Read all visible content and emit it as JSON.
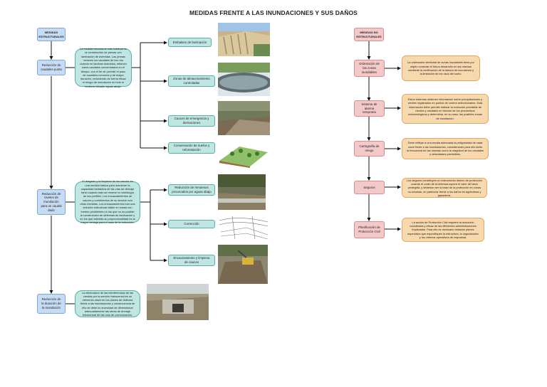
{
  "title": "MEDIDAS FRENTE A LAS INUNDACIONES Y SUS DAÑOS",
  "structural": {
    "header": "MEDIDAS ESTRUCTURALES",
    "groups": [
      {
        "label": "Reducción de caudales punta",
        "description": "La medida estructural más habitual es la construcción de presas con laminación de avenidas. Las presas reducen los caudales de los ríos cuando en laminan avenidas, retienen estos caudales concentrados en el tiempo, con el fin de permitir el paso de caudales menores y de mayor duración, reduciendo de forma eficaz el riesgo de inundación en todo el territorio situado aguas abajo.",
        "items": [
          "Embalses de laminación",
          "Zonas de almacenamiento controladas",
          "Cauces de emergencia y derivaciones",
          "Conservación de suelos y reforestación"
        ]
      },
      {
        "label": "Reducción de niveles de inundación para un caudal dado",
        "description": "El dragado y la limpieza de los cauces es una medida básica para mantener la capacidad hidráulica de las vías de drenaje tanto cuando más se reserve la morfología de sus perfiles. Los encauzamientos de cauces y corrimientos de su sección son otras medidas. Los encauzamientos son una solución estructural viable en zonas con fuertes pendientes en las que no es posible la construcción de defensas de laminación y en los que además su proporcionalidad es la mayor ventaja para el caso de la reducción.",
        "items": [
          "Reducción de remansos provocados por aguas abajo",
          "Corrección",
          "Encauzamiento y limpieza de cauces"
        ]
      },
      {
        "label": "Reducción de la duración de la inundación",
        "description": "La eliminación de las interferencias de las crestas por la sección transversal es un elemento clave en los planes de defensa frente a las inundaciones y consecuencia de ello se debe la necesidad de dimensionar adecuadamente las obras de drenaje transversal de las vías de comunicación.",
        "items": []
      }
    ]
  },
  "non_structural": {
    "header": "MEDIDAS NO ESTRUCTURALES",
    "items": [
      {
        "label": "Ordenación de las zonas inundables",
        "description": "La ordenación territorial de zonas inundables tiene por objeto controlar el futuro desarrollo en las mismas mediante la zonificación de la llanura de inundación y la limitación de los usos del suelo."
      },
      {
        "label": "Sistema de alarma temprana",
        "description": "Estos sistemas obtienen información sobre precipitaciones y niveles registrados en puntos de control seleccionados. Esta información debe permitir estimar la evolución previsible de niveles y caudales en función de los pronósticos meteorológicos y determinar, en su caso, las posibles zonas de inundación."
      },
      {
        "label": "Cartografía de riesgo",
        "description": "Debe reflejar a una escala adecuada la peligrosidad de cada zona frente a las inundaciones, considerando para ello tanto la frecuencia de las mismas como la magnitud de los caudales y velocidades previsibles."
      },
      {
        "label": "Seguros",
        "description": "Los seguros constituyen un instrumento idóneo de protección cuando el coste de la defensa supera el valor del área protegida, y deberían ser la base de la protección en zonas no urbanas, en particular frente a los daños en agricultura y ganadería."
      },
      {
        "label": "Planificación de Protección Civil",
        "description": "La acción de Protección Civil requiere la actuación coordinada y eficaz de las diferentes administraciones implicadas. Para ello es necesario redactar planes especiales que especifiquen la estructura, la organización y los criterios operativos de respuesta."
      }
    ]
  },
  "colors": {
    "structural": "#c6dcf3",
    "teal": "#bfe6e2",
    "non_structural": "#f4c9c9",
    "orange": "#f8d8ad"
  }
}
